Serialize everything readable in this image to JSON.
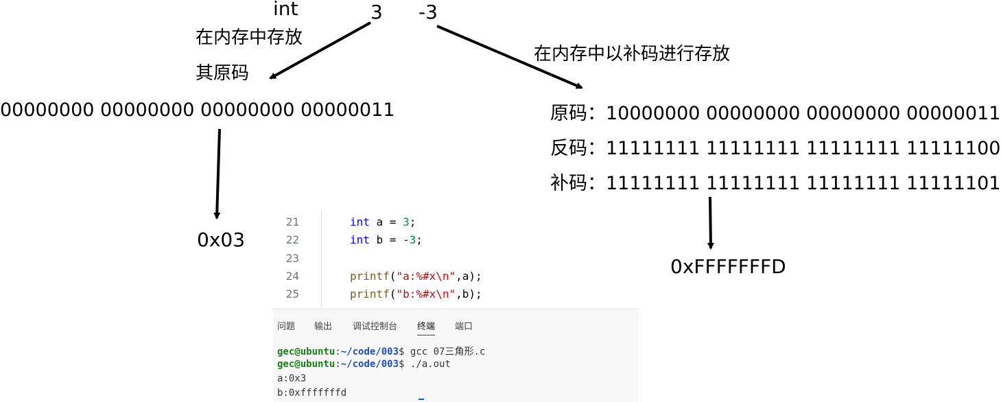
{
  "diagram": {
    "type_label": "int",
    "value_positive": "3",
    "value_negative": "-3",
    "note_positive_line1": "在内存中存放",
    "note_positive_line2": "其原码",
    "note_negative": "在内存中以补码进行存放",
    "binary_positive": "00000000 00000000 00000000 00000011",
    "hex_positive": "0x03",
    "original_code": "原码：10000000 00000000 00000000 00000011",
    "ones_complement": "反码：11111111 11111111 11111111 11111100",
    "twos_complement": "补码：11111111 11111111 11111111 11111101",
    "hex_negative": "0xFFFFFFFD"
  },
  "editor": {
    "lines": [
      {
        "num": "21",
        "kw": "int",
        "rest": " a = ",
        "val": "3",
        "end": ";"
      },
      {
        "num": "22",
        "kw": "int",
        "rest": " b = -",
        "val": "3",
        "end": ";"
      },
      {
        "num": "23"
      },
      {
        "num": "24",
        "fn": "printf",
        "open": "(",
        "str_a": "\"a:%#x",
        "esc": "\\n",
        "str_b": "\"",
        "args": ",a);"
      },
      {
        "num": "25",
        "fn": "printf",
        "open": "(",
        "str_a": "\"b:%#x",
        "esc": "\\n",
        "str_b": "\"",
        "args": ",b);"
      }
    ]
  },
  "panel": {
    "tabs": [
      "问题",
      "输出",
      "调试控制台",
      "终端",
      "端口"
    ],
    "active_tab": "终端"
  },
  "terminal": {
    "user_host": "gec@ubuntu",
    "colon": ":",
    "path": "~/code/003",
    "prompt_end": "$ ",
    "cmd1": "gcc 07三角形.c",
    "cmd2": "./a.out",
    "out1": "a:0x3",
    "out2": "b:0xfffffffd"
  }
}
